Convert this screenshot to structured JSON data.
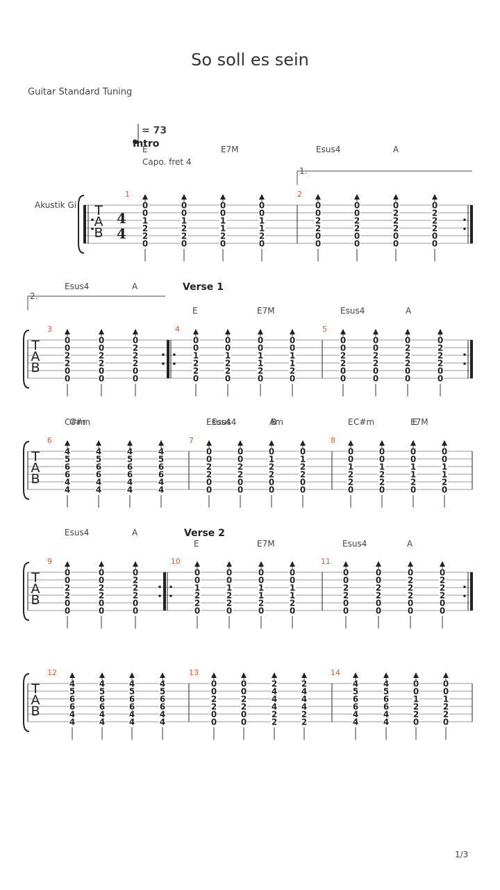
{
  "title": "So soll es sein",
  "tuning": "Guitar Standard Tuning",
  "instrument": "Akustik Gi",
  "tempo": "= 73",
  "capo": "Capo. fret 4",
  "page": "1/3",
  "tab_letters": [
    "T",
    "A",
    "B"
  ],
  "time_signature": {
    "top": "4",
    "bottom": "4"
  },
  "voltas": [
    "1.",
    "2."
  ],
  "systems": [
    {
      "section": "Intro",
      "chords": [
        "E",
        "E7M",
        "Esus4",
        "A"
      ],
      "measures": [
        {
          "num": "1",
          "beats": [
            [
              "0",
              "0",
              "1",
              "2",
              "2",
              "0"
            ],
            [
              "0",
              "0",
              "1",
              "2",
              "2",
              "0"
            ],
            [
              "0",
              "0",
              "1",
              "1",
              "2",
              "0"
            ],
            [
              "0",
              "0",
              "1",
              "1",
              "2",
              "0"
            ]
          ]
        },
        {
          "num": "2",
          "beats": [
            [
              "0",
              "0",
              "2",
              "2",
              "0",
              "0"
            ],
            [
              "0",
              "0",
              "2",
              "2",
              "0",
              "0"
            ],
            [
              "0",
              "2",
              "2",
              "2",
              "0",
              "0"
            ],
            [
              "0",
              "2",
              "2",
              "2",
              "0",
              "0"
            ]
          ]
        }
      ]
    },
    {
      "section": "Verse 1",
      "chords": [
        "Esus4",
        "A",
        "E",
        "E7M",
        "Esus4",
        "A"
      ],
      "measures": [
        {
          "num": "3",
          "beats": [
            [
              "0",
              "0",
              "2",
              "2",
              "0",
              "0"
            ],
            [
              "0",
              "0",
              "2",
              "2",
              "0",
              "0"
            ],
            [
              "0",
              "2",
              "2",
              "2",
              "0",
              "0"
            ]
          ]
        },
        {
          "num": "4",
          "beats": [
            [
              "0",
              "0",
              "1",
              "2",
              "2",
              "0"
            ],
            [
              "0",
              "0",
              "1",
              "2",
              "2",
              "0"
            ],
            [
              "0",
              "0",
              "1",
              "1",
              "2",
              "0"
            ],
            [
              "0",
              "0",
              "1",
              "1",
              "2",
              "0"
            ]
          ]
        },
        {
          "num": "5",
          "beats": [
            [
              "0",
              "0",
              "2",
              "2",
              "0",
              "0"
            ],
            [
              "0",
              "0",
              "2",
              "2",
              "0",
              "0"
            ],
            [
              "0",
              "2",
              "2",
              "2",
              "0",
              "0"
            ],
            [
              "0",
              "2",
              "2",
              "2",
              "0",
              "0"
            ]
          ]
        }
      ]
    },
    {
      "section": "",
      "chords": [
        "C#m",
        "Esus4",
        "Am",
        "E",
        "E7M"
      ],
      "measures": [
        {
          "num": "6",
          "beats": [
            [
              "4",
              "5",
              "6",
              "6",
              "4",
              "4"
            ],
            [
              "4",
              "5",
              "6",
              "6",
              "4",
              "4"
            ],
            [
              "4",
              "5",
              "6",
              "6",
              "4",
              "4"
            ],
            [
              "4",
              "5",
              "6",
              "6",
              "4",
              "4"
            ]
          ]
        },
        {
          "num": "7",
          "beats": [
            [
              "0",
              "0",
              "2",
              "2",
              "0",
              "0"
            ],
            [
              "0",
              "0",
              "2",
              "2",
              "0",
              "0"
            ],
            [
              "0",
              "1",
              "2",
              "2",
              "0",
              "0"
            ],
            [
              "0",
              "1",
              "2",
              "2",
              "0",
              "0"
            ]
          ]
        },
        {
          "num": "8",
          "beats": [
            [
              "0",
              "0",
              "1",
              "2",
              "2",
              "0"
            ],
            [
              "0",
              "0",
              "1",
              "2",
              "2",
              "0"
            ],
            [
              "0",
              "0",
              "1",
              "1",
              "2",
              "0"
            ],
            [
              "0",
              "0",
              "1",
              "1",
              "2",
              "0"
            ]
          ]
        }
      ]
    },
    {
      "section": "Verse 2",
      "chords": [
        "Esus4",
        "A",
        "E",
        "E7M",
        "Esus4",
        "A"
      ],
      "measures": [
        {
          "num": "9",
          "beats": [
            [
              "0",
              "0",
              "2",
              "2",
              "0",
              "0"
            ],
            [
              "0",
              "0",
              "2",
              "2",
              "0",
              "0"
            ],
            [
              "0",
              "2",
              "2",
              "2",
              "0",
              "0"
            ]
          ]
        },
        {
          "num": "10",
          "beats": [
            [
              "0",
              "0",
              "1",
              "2",
              "2",
              "0"
            ],
            [
              "0",
              "0",
              "1",
              "2",
              "2",
              "0"
            ],
            [
              "0",
              "0",
              "1",
              "1",
              "2",
              "0"
            ],
            [
              "0",
              "0",
              "1",
              "1",
              "2",
              "0"
            ]
          ]
        },
        {
          "num": "11",
          "beats": [
            [
              "0",
              "0",
              "2",
              "2",
              "0",
              "0"
            ],
            [
              "0",
              "0",
              "2",
              "2",
              "0",
              "0"
            ],
            [
              "0",
              "2",
              "2",
              "2",
              "0",
              "0"
            ],
            [
              "0",
              "2",
              "2",
              "2",
              "0",
              "0"
            ]
          ]
        }
      ]
    },
    {
      "section": "",
      "chords": [
        "C#m",
        "Esus4",
        "B",
        "C#m",
        "E"
      ],
      "measures": [
        {
          "num": "12",
          "beats": [
            [
              "4",
              "5",
              "6",
              "6",
              "4",
              "4"
            ],
            [
              "4",
              "5",
              "6",
              "6",
              "4",
              "4"
            ],
            [
              "4",
              "5",
              "6",
              "6",
              "4",
              "4"
            ],
            [
              "4",
              "5",
              "6",
              "6",
              "4",
              "4"
            ]
          ]
        },
        {
          "num": "13",
          "beats": [
            [
              "0",
              "0",
              "2",
              "2",
              "0",
              "0"
            ],
            [
              "0",
              "0",
              "2",
              "2",
              "0",
              "0"
            ],
            [
              "2",
              "4",
              "4",
              "4",
              "2",
              "2"
            ],
            [
              "2",
              "4",
              "4",
              "4",
              "2",
              "2"
            ]
          ]
        },
        {
          "num": "14",
          "beats": [
            [
              "4",
              "5",
              "6",
              "6",
              "4",
              "4"
            ],
            [
              "4",
              "5",
              "6",
              "6",
              "4",
              "4"
            ],
            [
              "0",
              "0",
              "1",
              "2",
              "2",
              "0"
            ],
            [
              "0",
              "0",
              "1",
              "2",
              "2",
              "0"
            ]
          ]
        }
      ]
    }
  ]
}
